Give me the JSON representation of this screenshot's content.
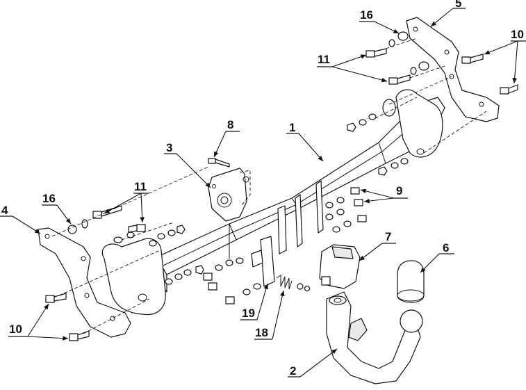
{
  "labels": {
    "p1": "1",
    "p2": "2",
    "p3": "3",
    "p4": "4",
    "p5": "5",
    "p6": "6",
    "p7": "7",
    "p8": "8",
    "p9": "9",
    "p10a": "10",
    "p10b": "10",
    "p11a": "11",
    "p11b": "11",
    "p16a": "16",
    "p16b": "16",
    "p18": "18",
    "p19": "19"
  }
}
